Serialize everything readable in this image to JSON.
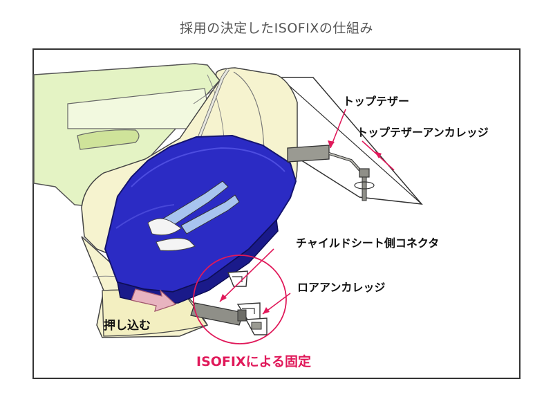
{
  "title": "採用の決定したISOFIXの仕組み",
  "labels": {
    "top_tether": "トップテザー",
    "top_tether_anchorage": "トップテザーアンカレッジ",
    "child_seat_connector": "チャイルドシート側コネクタ",
    "lower_anchorage": "ロアアンカレッジ",
    "push_in": "押し込む",
    "fixing": "ISOFIXによる固定"
  },
  "colors": {
    "seat_fill": "#f6f3cf",
    "door_fill": "#e4f3c4",
    "child_seat": "#2b2bc4",
    "child_seat_dark": "#1a1a8a",
    "accent": "#e0195a",
    "metal": "#8f8f88"
  }
}
